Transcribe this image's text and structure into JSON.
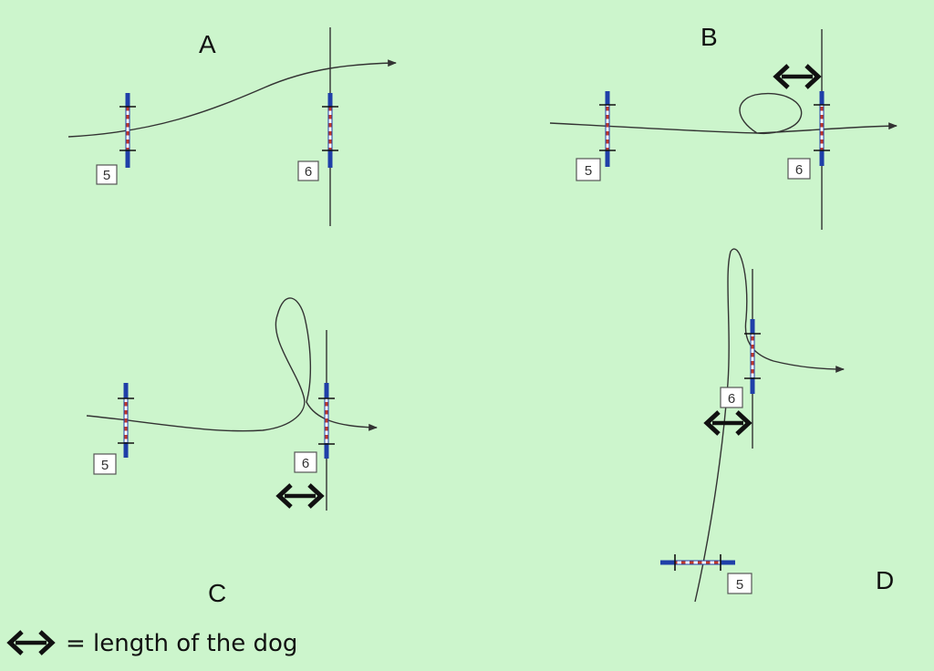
{
  "colors": {
    "background": "#ccf5cc",
    "path": "#333333",
    "gate_pole": "#1f3fa8",
    "gate_stripe_red": "#c0392b",
    "gate_stripe_white": "#ffffff",
    "arrow": "#111111"
  },
  "panels": {
    "a": {
      "letter": "A",
      "gate_first": "5",
      "gate_second": "6"
    },
    "b": {
      "letter": "B",
      "gate_first": "5",
      "gate_second": "6"
    },
    "c": {
      "letter": "C",
      "gate_first": "5",
      "gate_second": "6"
    },
    "d": {
      "letter": "D",
      "gate_first": "5",
      "gate_second": "6"
    }
  },
  "legend": {
    "symbol_icon": "double-arrow-icon",
    "text": "= length of the dog"
  }
}
